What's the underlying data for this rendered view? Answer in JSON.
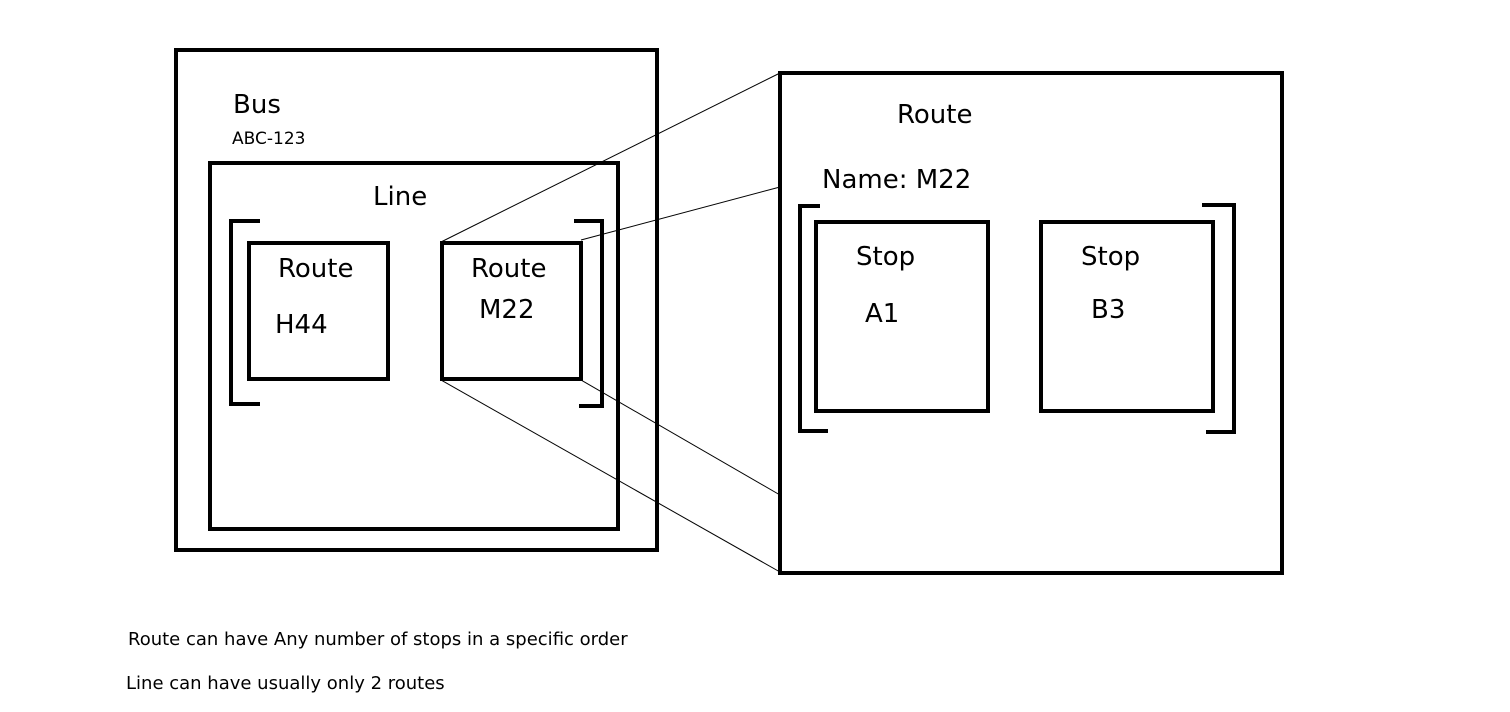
{
  "bus": {
    "title": "Bus",
    "plate": "ABC-123"
  },
  "line": {
    "title": "Line",
    "routes": [
      {
        "label": "Route",
        "name": "H44"
      },
      {
        "label": "Route",
        "name": "M22"
      }
    ]
  },
  "route_detail": {
    "title": "Route",
    "name": "Name: M22",
    "stops": [
      {
        "label": "Stop",
        "name": "A1"
      },
      {
        "label": "Stop",
        "name": "B3"
      }
    ]
  },
  "notes": [
    "Route can have Any number of stops in a specific order",
    "Line can have usually only 2 routes"
  ]
}
